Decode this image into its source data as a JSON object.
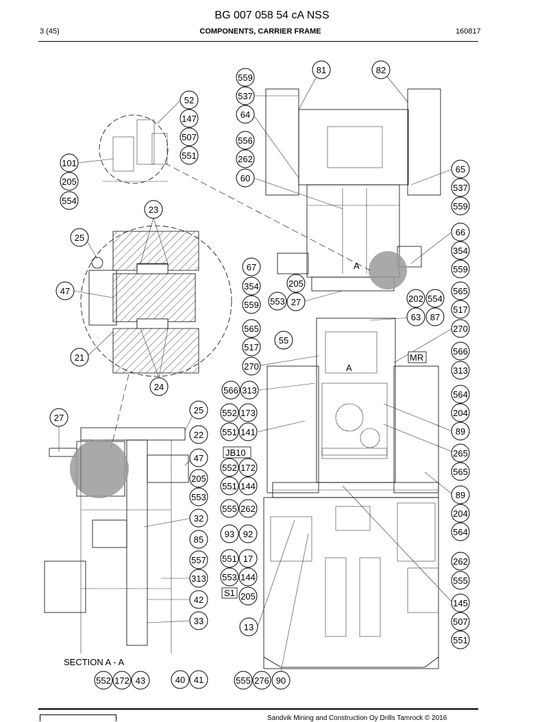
{
  "header": {
    "doc_id": "BG 007 058 54 cA NSS",
    "page": "3 (45)",
    "title": "COMPONENTS, CARRIER FRAME",
    "date": "160817"
  },
  "footer": {
    "copyright": "Sandvik Mining and Construction Oy Drills Tamrock © 2016"
  },
  "labels": {
    "section": "SECTION A - A",
    "mr": "MR",
    "jb10": "JB10",
    "s1": "S1",
    "a_upper": "A",
    "a_lower": "A"
  },
  "callouts": [
    "559",
    "537",
    "64",
    "556",
    "262",
    "60",
    "81",
    "82",
    "65",
    "537",
    "559",
    "66",
    "354",
    "559",
    "52",
    "147",
    "507",
    "551",
    "101",
    "205",
    "554",
    "23",
    "25",
    "47",
    "21",
    "24",
    "67",
    "354",
    "559",
    "205",
    "553",
    "27",
    "202",
    "554",
    "63",
    "87",
    "565",
    "517",
    "55",
    "565",
    "517",
    "270",
    "270",
    "566",
    "313",
    "566",
    "313",
    "552",
    "173",
    "551",
    "141",
    "564",
    "204",
    "89",
    "265",
    "565",
    "552",
    "172",
    "551",
    "144",
    "89",
    "204",
    "564",
    "555",
    "262",
    "93",
    "92",
    "262",
    "555",
    "551",
    "17",
    "553",
    "144",
    "205",
    "145",
    "507",
    "551",
    "13",
    "555",
    "276",
    "90",
    "27",
    "25",
    "22",
    "47",
    "205",
    "553",
    "32",
    "85",
    "557",
    "313",
    "42",
    "33",
    "552",
    "172",
    "43",
    "40",
    "41"
  ]
}
